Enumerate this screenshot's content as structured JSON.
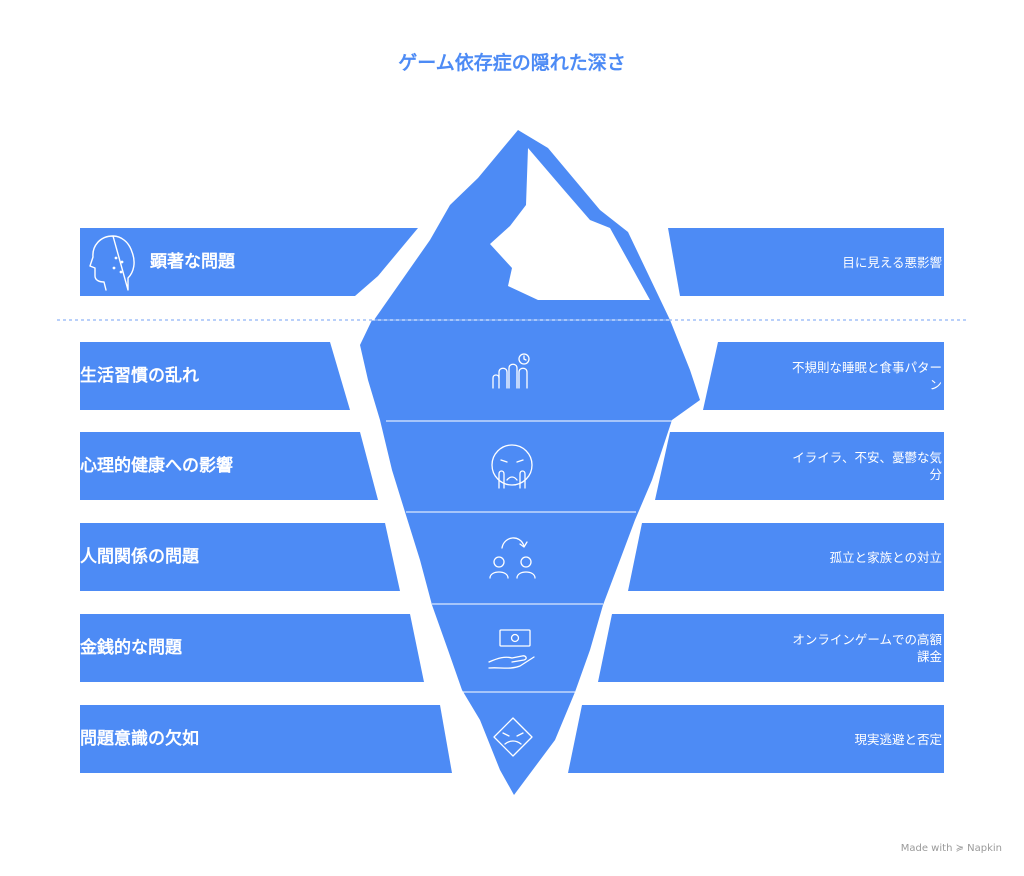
{
  "title": "ゲーム依存症の隠れた深さ",
  "top_level": {
    "left_label": "顕著な問題",
    "right_label": "目に見える悪影響",
    "icon": "head-icon"
  },
  "levels": [
    {
      "left_label": "生活習慣の乱れ",
      "right_label": "不規則な睡眠と食事パターン",
      "icon": "routine-icon"
    },
    {
      "left_label": "心理的健康への影響",
      "right_label": "イライラ、不安、憂鬱な気分",
      "icon": "distressed-face-icon"
    },
    {
      "left_label": "人間関係の問題",
      "right_label": "孤立と家族との対立",
      "icon": "relationship-icon"
    },
    {
      "left_label": "金銭的な問題",
      "right_label": "オンラインゲームでの高額課金",
      "icon": "money-hand-icon"
    },
    {
      "left_label": "問題意識の欠如",
      "right_label": "現実逃避と否定",
      "icon": "denial-icon"
    }
  ],
  "footer": "Made with ≽ Napkin",
  "colors": {
    "accent": "#4d8bf5",
    "background": "#ffffff"
  }
}
